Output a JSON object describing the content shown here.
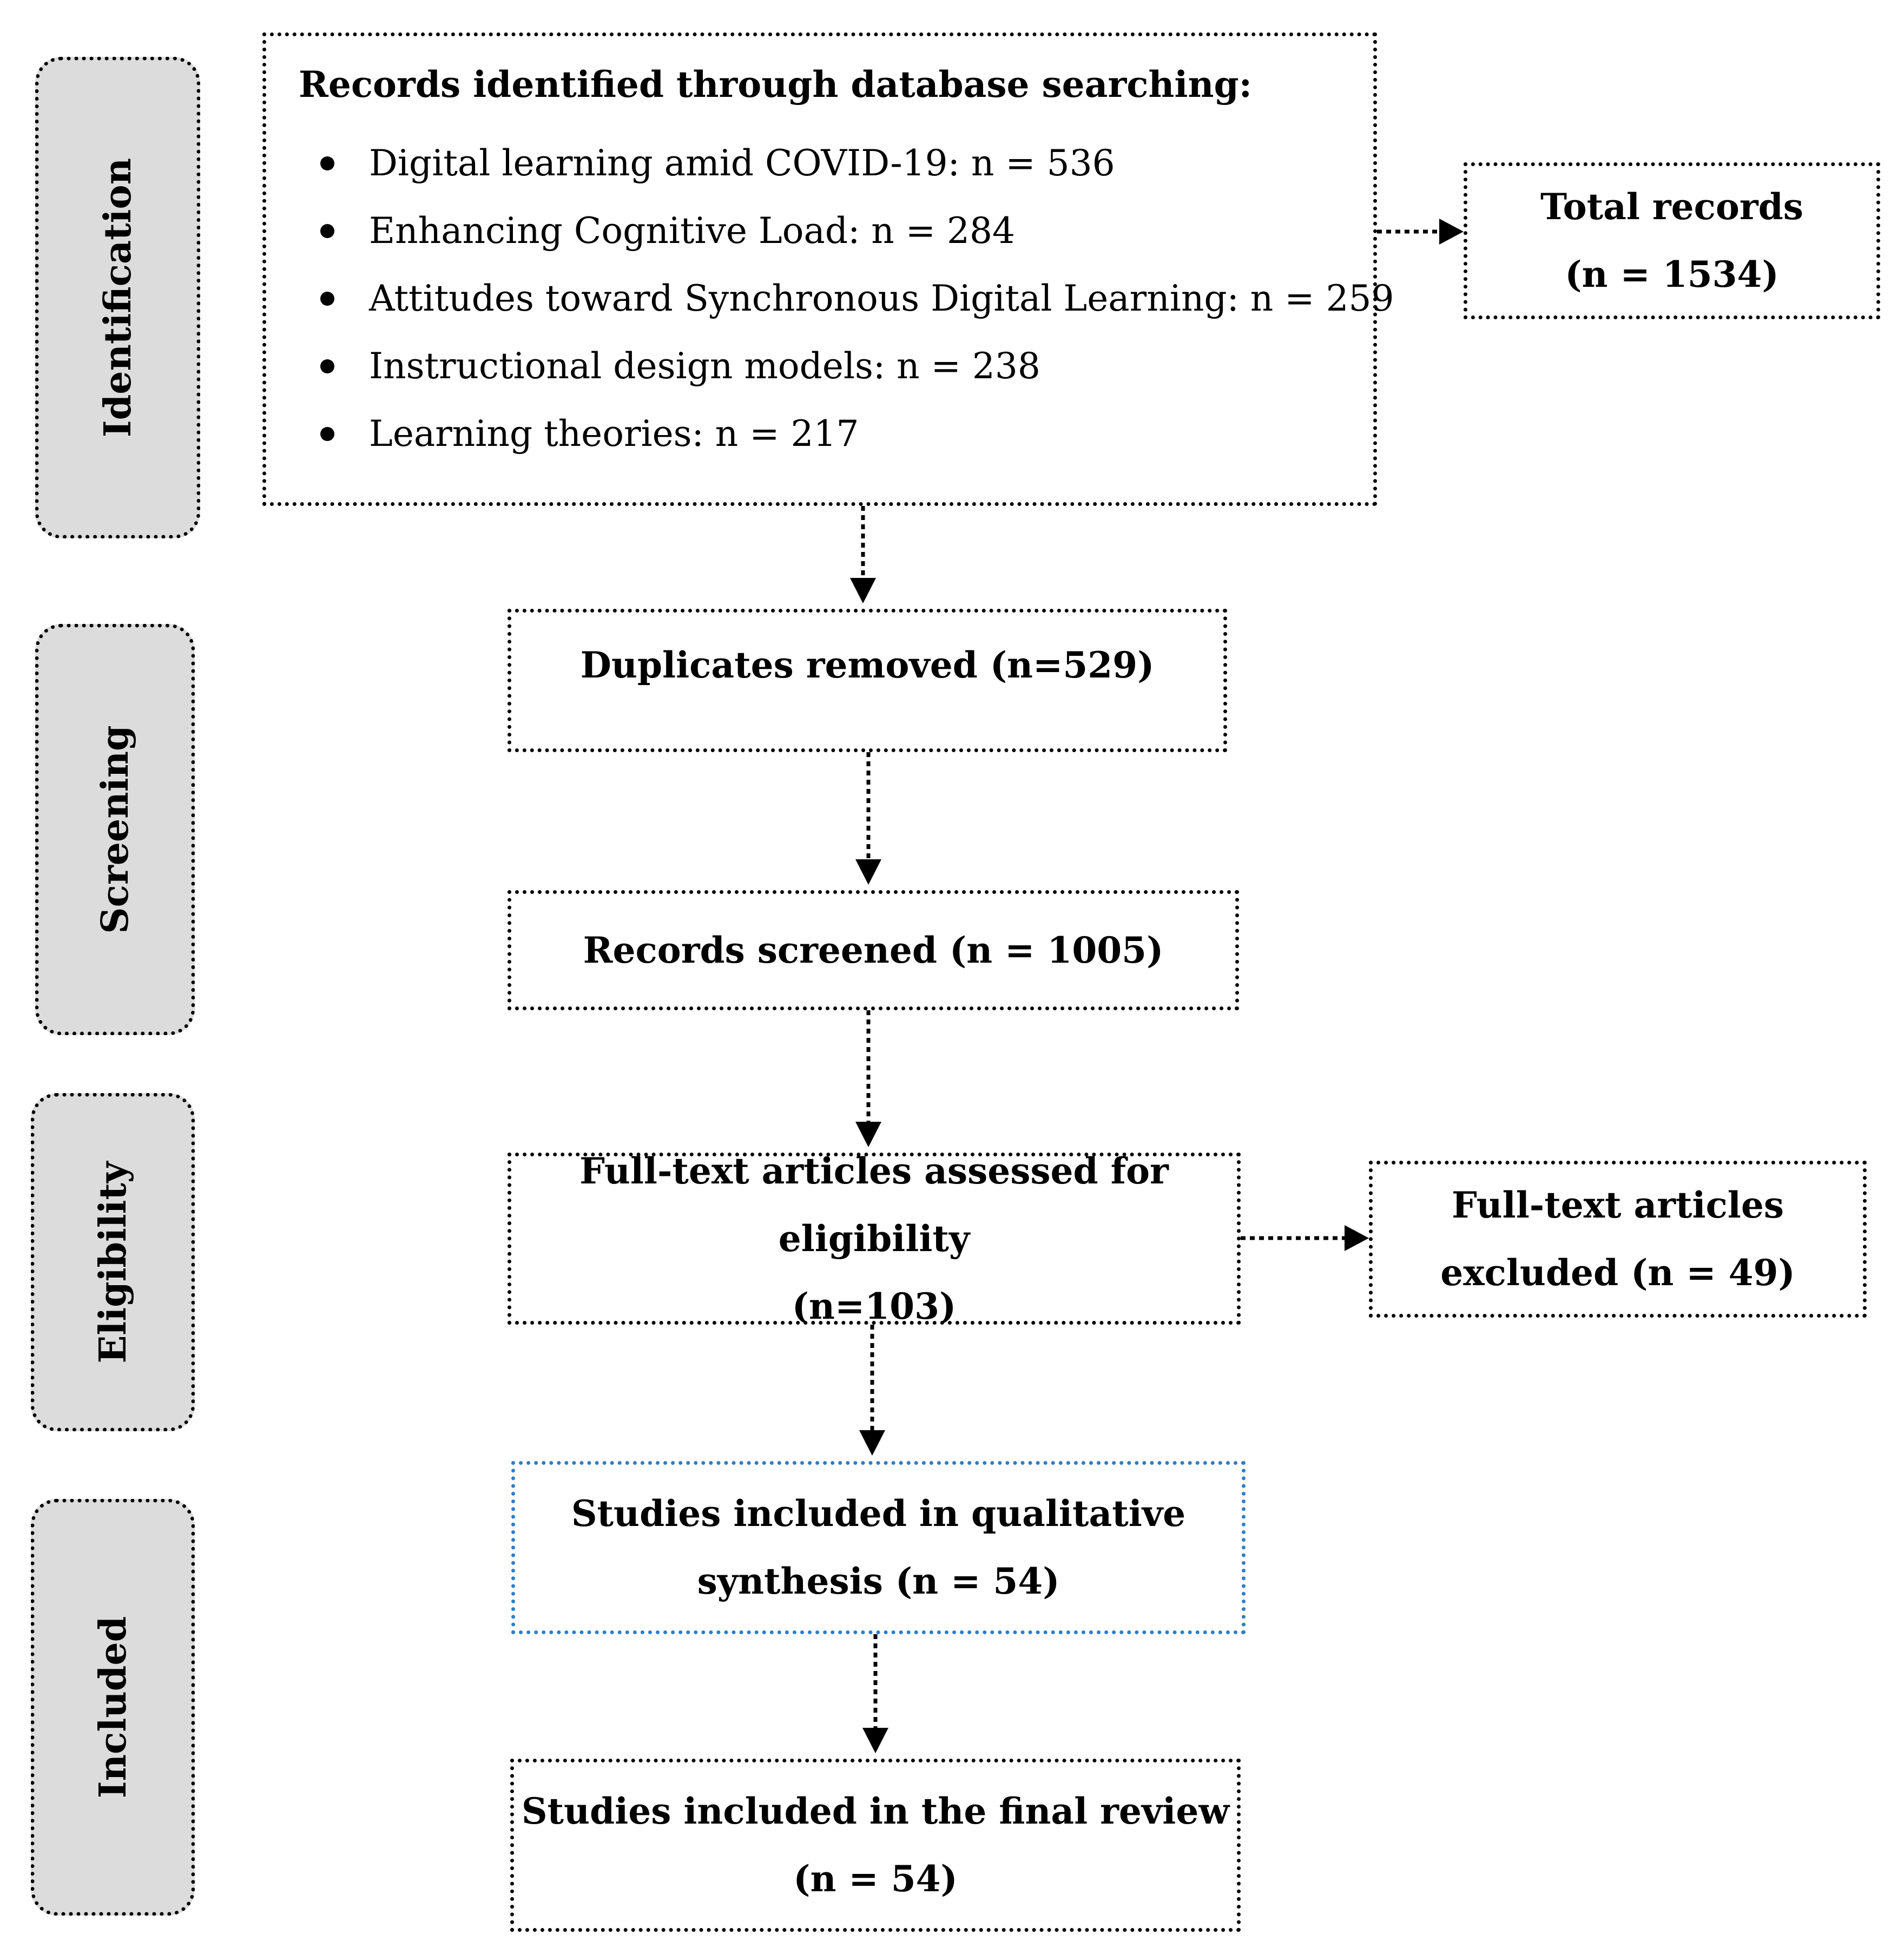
{
  "stages": {
    "identification": "Identification",
    "screening": "Screening",
    "eligibility": "Eligibility",
    "included": "Included"
  },
  "identification_box": {
    "heading": "Records identified through database searching:",
    "items": [
      "Digital learning amid COVID-19: n = 536",
      "Enhancing Cognitive Load: n = 284",
      "Attitudes toward Synchronous Digital Learning: n = 259",
      "Instructional design models: n = 238",
      "Learning theories: n = 217"
    ]
  },
  "total_records": {
    "line1": "Total records",
    "line2": "(n = 1534)"
  },
  "duplicates": {
    "line1": "Duplicates removed (n=529)"
  },
  "screened": {
    "line1": "Records screened (n = 1005)"
  },
  "fulltext_assessed": {
    "line1": "Full-text articles assessed for eligibility",
    "line2": "(n=103)"
  },
  "fulltext_excluded": {
    "line1": "Full-text articles",
    "line2": "excluded (n = 49)"
  },
  "qualitative": {
    "line1": "Studies included in qualitative",
    "line2": "synthesis (n = 54)"
  },
  "final_review": {
    "line1": "Studies included in the final review",
    "line2": "(n = 54)"
  },
  "colors": {
    "border": "#000000",
    "stage_fill": "#dcdcdc",
    "highlight_border": "#2e7dc9"
  }
}
